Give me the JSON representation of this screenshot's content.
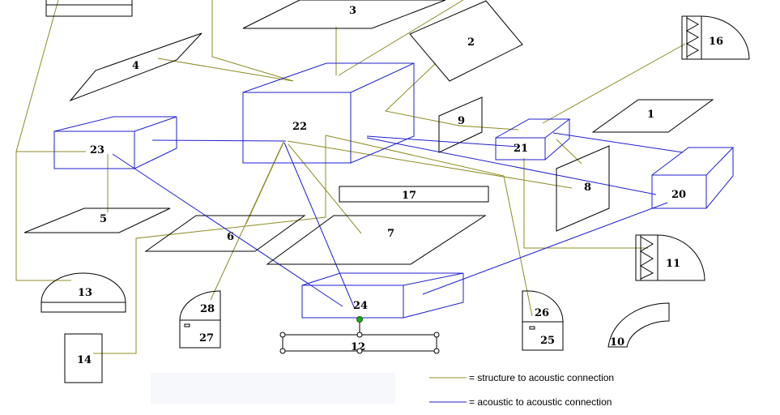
{
  "labels": {
    "n1": "1",
    "n2": "2",
    "n3": "3",
    "n4": "4",
    "n5": "5",
    "n6": "6",
    "n7": "7",
    "n8": "8",
    "n9": "9",
    "n10": "10",
    "n11": "11",
    "n12": "12",
    "n13": "13",
    "n14": "14",
    "n16": "16",
    "n17": "17",
    "n20": "20",
    "n21": "21",
    "n22": "22",
    "n23": "23",
    "n24": "24",
    "n25": "25",
    "n26": "26",
    "n27": "27",
    "n28": "28"
  },
  "legend": {
    "structure": "= structure to acoustic connection",
    "acoustic": "= acoustic to acoustic connection"
  },
  "colors": {
    "structure_line": "#8c8c24",
    "acoustic_line": "#1f1fd0",
    "subsystem_outline": "#000000",
    "selection_handle": "#22aa22"
  }
}
